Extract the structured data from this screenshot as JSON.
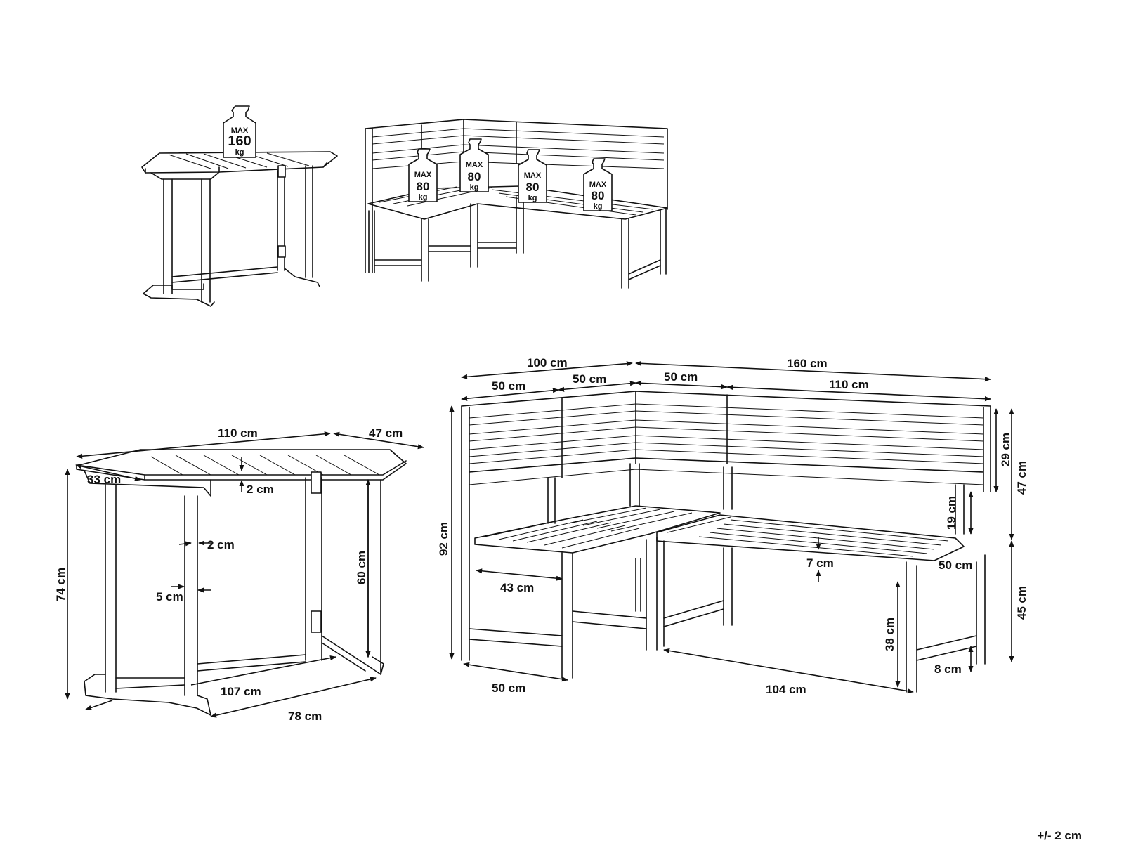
{
  "weights": {
    "table": {
      "top": "MAX",
      "value": "160",
      "unit": "kg"
    },
    "bench_1": {
      "top": "MAX",
      "value": "80",
      "unit": "kg"
    },
    "bench_2": {
      "top": "MAX",
      "value": "80",
      "unit": "kg"
    },
    "bench_3": {
      "top": "MAX",
      "value": "80",
      "unit": "kg"
    },
    "bench_4": {
      "top": "MAX",
      "value": "80",
      "unit": "kg"
    }
  },
  "table_dims": {
    "length": "110 cm",
    "depth_top": "47 cm",
    "depth_side": "33 cm",
    "top_thickness": "2 cm",
    "leg_thickness": "2 cm",
    "leg_width": "5 cm",
    "height": "74 cm",
    "leg_height": "60 cm",
    "base_length": "107 cm",
    "base_depth": "78 cm"
  },
  "bench_dims": {
    "left_total": "100 cm",
    "right_total": "160 cm",
    "left_a": "50 cm",
    "left_b": "50 cm",
    "right_a": "50 cm",
    "right_b": "110 cm",
    "height_total": "92 cm",
    "back_height": "29 cm",
    "back_total": "47 cm",
    "seat_gap": "19 cm",
    "seat_depth_inner": "43 cm",
    "seat_slat": "7 cm",
    "seat_depth": "50 cm",
    "seat_height": "45 cm",
    "leg_inner": "38 cm",
    "leg_foot": "8 cm",
    "base_left": "50 cm",
    "base_right": "104 cm"
  },
  "tolerance": "+/- 2 cm"
}
